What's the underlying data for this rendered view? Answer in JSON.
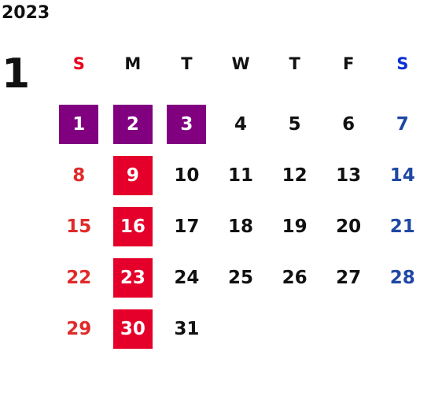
{
  "year": "2023",
  "month": "1",
  "weekdays": [
    "S",
    "M",
    "T",
    "W",
    "T",
    "F",
    "S"
  ],
  "weeks": [
    [
      {
        "day": "1",
        "style": "holiday-purple"
      },
      {
        "day": "2",
        "style": "holiday-purple"
      },
      {
        "day": "3",
        "style": "holiday-purple"
      },
      {
        "day": "4",
        "style": "normal"
      },
      {
        "day": "5",
        "style": "normal"
      },
      {
        "day": "6",
        "style": "normal"
      },
      {
        "day": "7",
        "style": "sat"
      }
    ],
    [
      {
        "day": "8",
        "style": "sun"
      },
      {
        "day": "9",
        "style": "holiday-red"
      },
      {
        "day": "10",
        "style": "normal"
      },
      {
        "day": "11",
        "style": "normal"
      },
      {
        "day": "12",
        "style": "normal"
      },
      {
        "day": "13",
        "style": "normal"
      },
      {
        "day": "14",
        "style": "sat"
      }
    ],
    [
      {
        "day": "15",
        "style": "sun"
      },
      {
        "day": "16",
        "style": "holiday-red"
      },
      {
        "day": "17",
        "style": "normal"
      },
      {
        "day": "18",
        "style": "normal"
      },
      {
        "day": "19",
        "style": "normal"
      },
      {
        "day": "20",
        "style": "normal"
      },
      {
        "day": "21",
        "style": "sat"
      }
    ],
    [
      {
        "day": "22",
        "style": "sun"
      },
      {
        "day": "23",
        "style": "holiday-red"
      },
      {
        "day": "24",
        "style": "normal"
      },
      {
        "day": "25",
        "style": "normal"
      },
      {
        "day": "26",
        "style": "normal"
      },
      {
        "day": "27",
        "style": "normal"
      },
      {
        "day": "28",
        "style": "sat"
      }
    ],
    [
      {
        "day": "29",
        "style": "sun"
      },
      {
        "day": "30",
        "style": "holiday-red"
      },
      {
        "day": "31",
        "style": "normal"
      },
      {
        "day": "",
        "style": "empty"
      },
      {
        "day": "",
        "style": "empty"
      },
      {
        "day": "",
        "style": "empty"
      },
      {
        "day": "",
        "style": "empty"
      }
    ]
  ],
  "colors": {
    "holiday_purple": "#800080",
    "holiday_red": "#e4002b",
    "sunday_text": "#e02a2a",
    "saturday_text": "#1f48a3",
    "sunday_header": "#e8001c",
    "saturday_header": "#0a2fd6"
  }
}
